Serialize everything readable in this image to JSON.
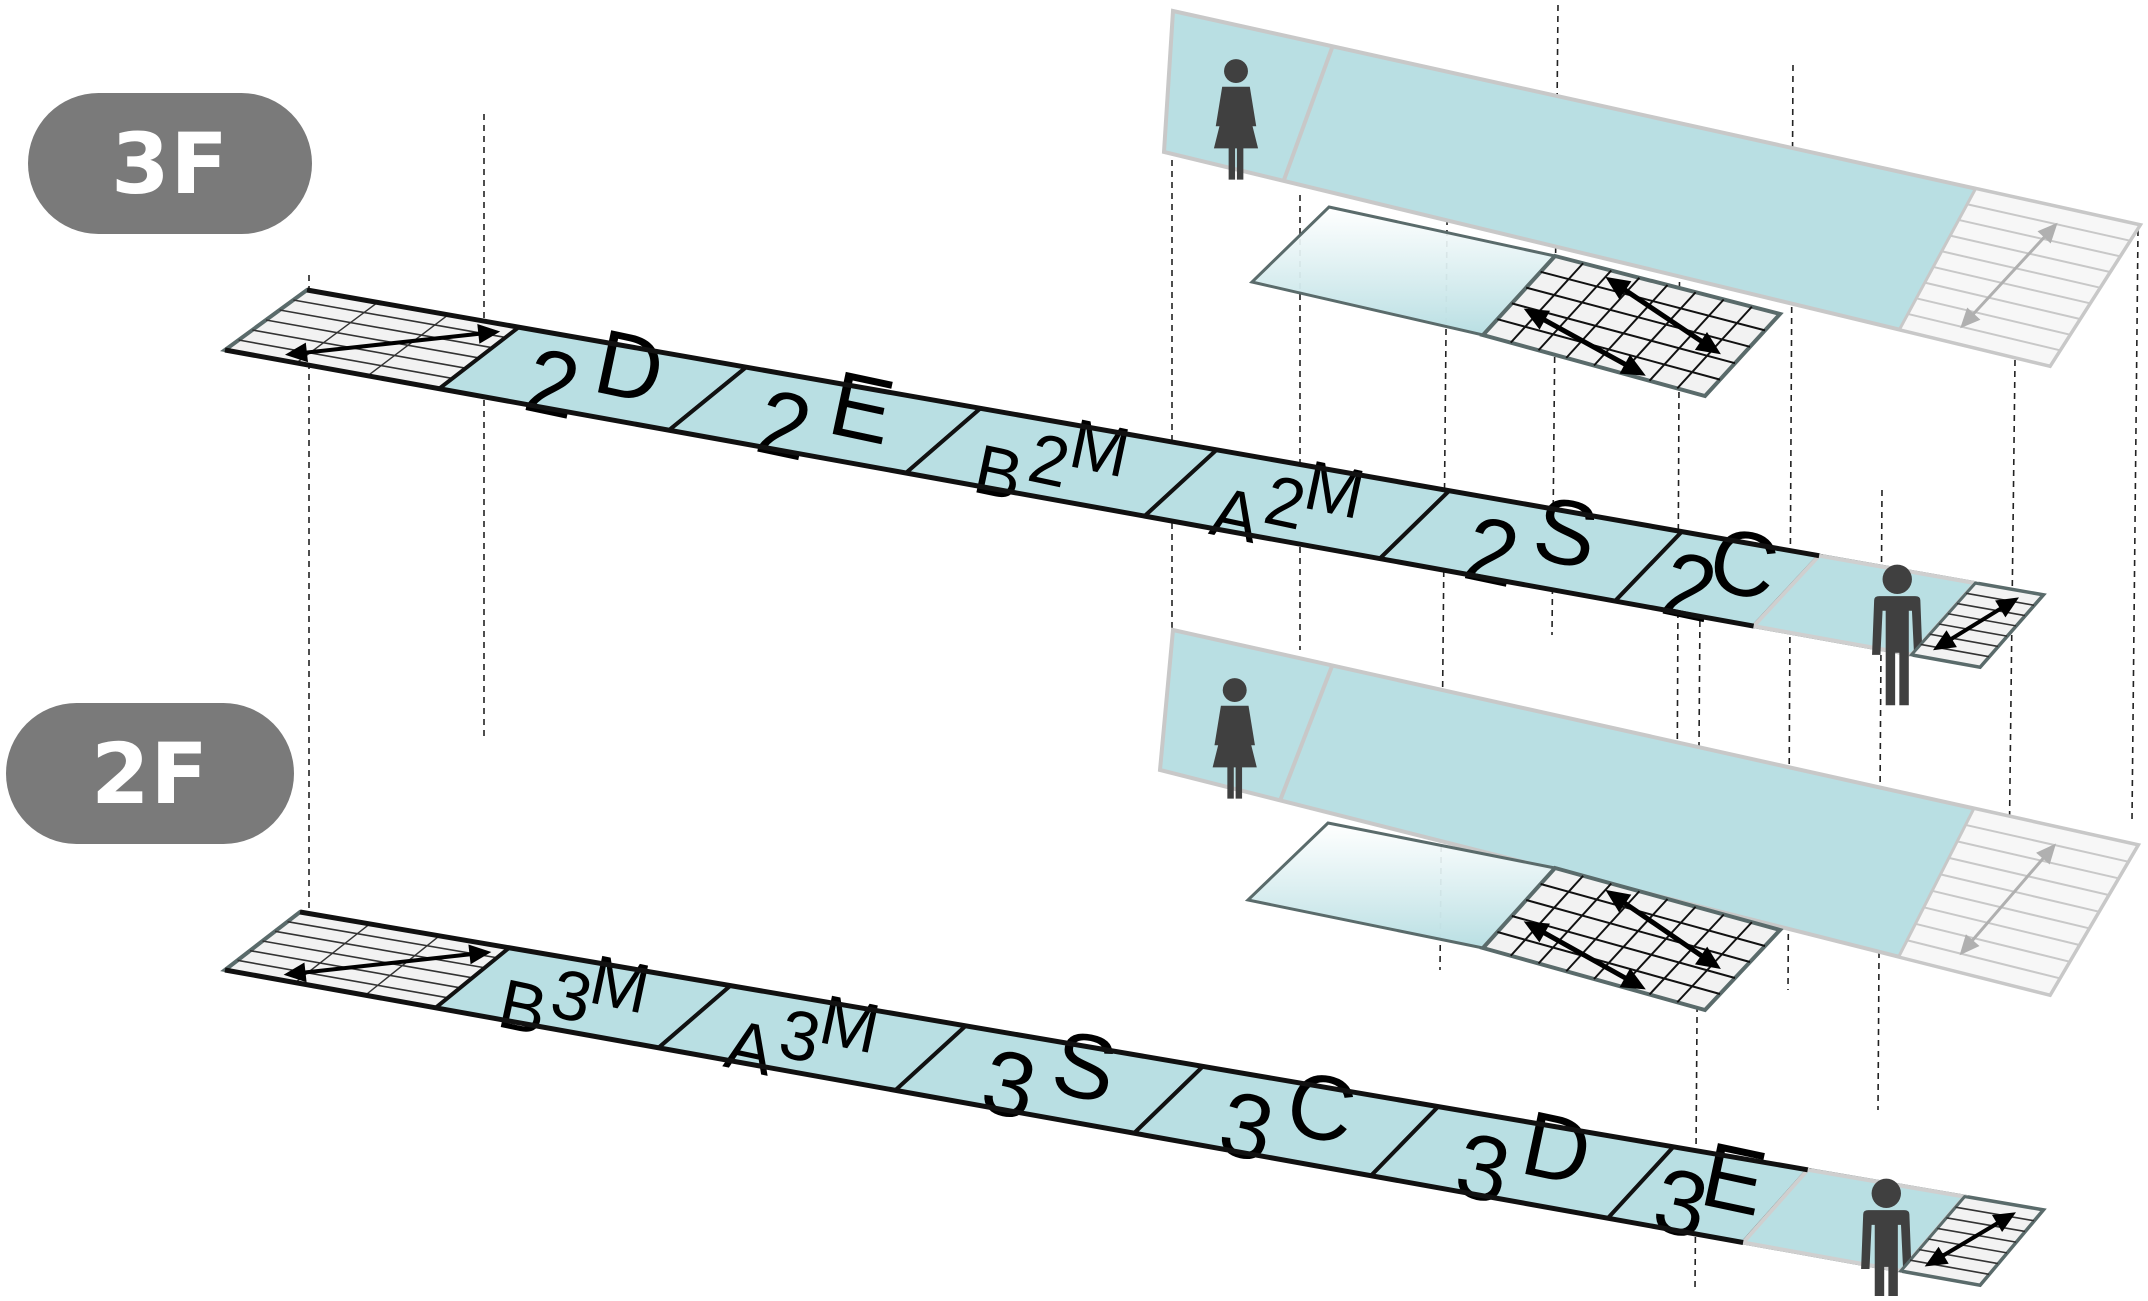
{
  "floors": [
    {
      "label": "3F",
      "rooms": [
        [
          "D",
          "2"
        ],
        [
          "E",
          "2"
        ],
        [
          "M",
          "2",
          "B"
        ],
        [
          "M",
          "2",
          "A"
        ],
        [
          "S",
          "2"
        ],
        [
          "C",
          "2"
        ]
      ]
    },
    {
      "label": "2F",
      "rooms": [
        [
          "M",
          "3",
          "B"
        ],
        [
          "M",
          "3",
          "A"
        ],
        [
          "S",
          "3"
        ],
        [
          "C",
          "3"
        ],
        [
          "D",
          "3"
        ],
        [
          "E",
          "3"
        ]
      ]
    }
  ],
  "icons": {
    "restroom_male": "male-restroom-icon",
    "restroom_female": "female-restroom-icon",
    "stairs": "stairs-icon",
    "direction": "double-arrow-icon"
  },
  "colors": {
    "room_fill": "#b9dfe3",
    "stair_fill": "#f2f2f2",
    "outline": "#111111",
    "rail": "#5a6b6b",
    "figure": "#404040",
    "badge": "#7a7a7a",
    "ghost": "#c8c8c8"
  }
}
